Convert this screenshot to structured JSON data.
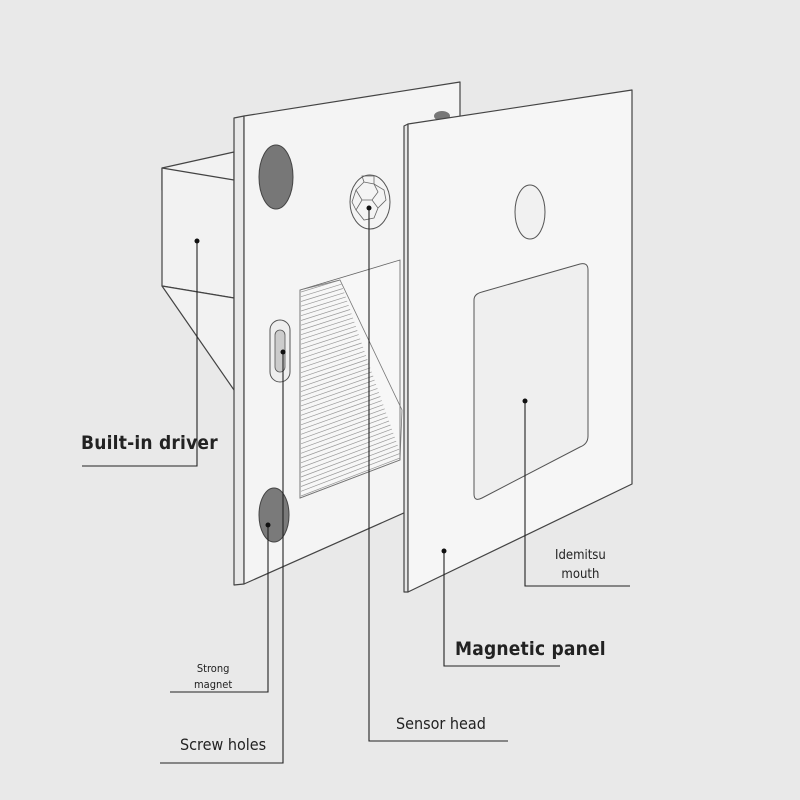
{
  "labels": {
    "built_in_driver": "Built-in driver",
    "strong_magnet_line1": "Strong",
    "strong_magnet_line2": "magnet",
    "screw_holes": "Screw holes",
    "sensor_head": "Sensor head",
    "magnetic_panel": "Magnetic panel",
    "idemitsu_mouth_line1": "Idemitsu",
    "idemitsu_mouth_line2": "mouth"
  },
  "colors": {
    "background": "#e9e9e9",
    "panel_fill": "#f2f2f2",
    "outline": "#444444",
    "magnet": "#777777",
    "leader_line": "#222222"
  }
}
